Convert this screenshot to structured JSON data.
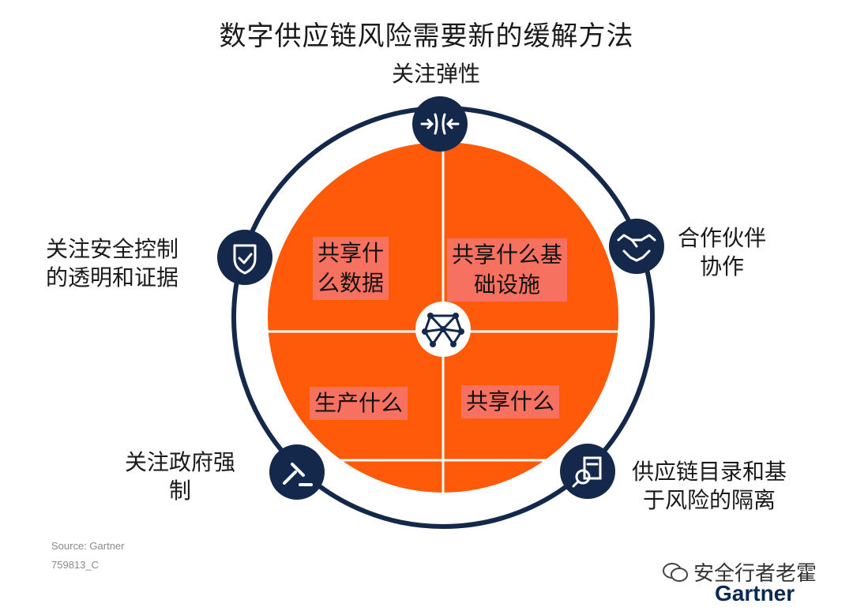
{
  "title": "数字供应链风险需要新的缓解方法",
  "outer_labels": {
    "top": "关注弹性",
    "right_line1": "合作伙伴",
    "right_line2": "协作",
    "bottom_right_line1": "供应链目录和基",
    "bottom_right_line2": "于风险的隔离",
    "bottom_left_line1": "关注政府强",
    "bottom_left_line2": "制",
    "left_line1": "关注安全控制",
    "left_line2": "的透明和证据"
  },
  "quadrants": {
    "top_left_line1": "共享什",
    "top_left_line2": "么数据",
    "top_right_line1": "共享什么基",
    "top_right_line2": "础设施",
    "bottom_left": "生产什么",
    "bottom_right": "共享什么"
  },
  "footer": {
    "source": "Source: Gartner",
    "code": "759813_C",
    "watermark": "安全行者老霍",
    "brand": "Gartner"
  },
  "colors": {
    "orange": "#ff5a0a",
    "navy": "#14284b",
    "quadrant_label_bg": "#f5766e"
  },
  "icons": [
    "compress-arrows-icon",
    "handshake-icon",
    "search-document-icon",
    "gavel-icon",
    "shield-check-icon",
    "network-icon"
  ]
}
